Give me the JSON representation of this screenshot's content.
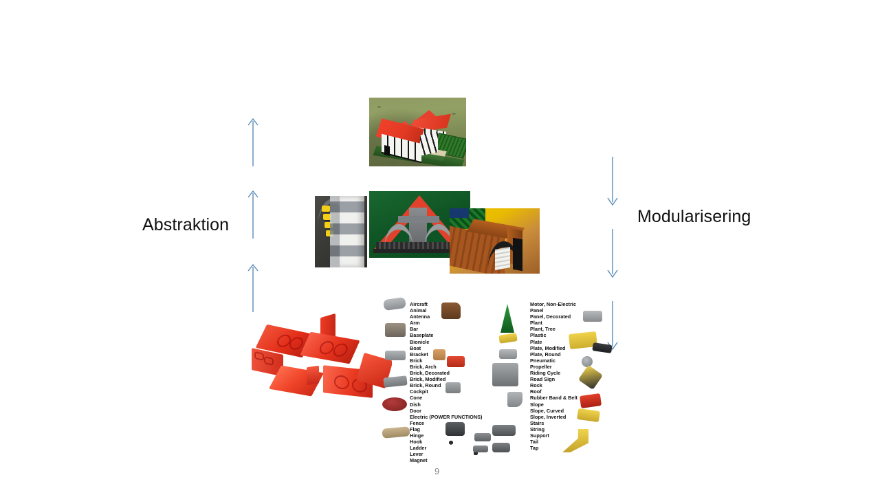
{
  "slide": {
    "page_number": "9",
    "background_color": "#ffffff",
    "left_label": "Abstraktion",
    "right_label": "Modularisering",
    "arrow_color": "#5b8cb8",
    "left_arrow_direction": "up",
    "right_arrow_direction": "down",
    "left_arrow_count": 3,
    "right_arrow_count": 3
  },
  "images": {
    "top": {
      "name": "lego-half-timbered-house-photo",
      "caption": "LEGO half-timbered house model on grass"
    },
    "middle": [
      {
        "name": "lego-checkered-column-photo",
        "caption": "Gray and white checkered LEGO column with yellow parts"
      },
      {
        "name": "lego-red-triangle-truss-photo",
        "caption": "Gray LEGO truss inside red triangle on green background"
      },
      {
        "name": "lego-brown-castle-gate-photo",
        "caption": "Brown LEGO gate and stairs on yellow baseplate"
      }
    ],
    "bottom_left": {
      "name": "red-lego-slope-bricks-photo",
      "caption": "Pile of red LEGO slope bricks"
    },
    "bottom_catalogue": {
      "name": "lego-part-categories-catalogue",
      "caption": "LEGO part category list with part thumbnails"
    }
  },
  "catalogue": {
    "left_column": [
      "Aircraft",
      "Animal",
      "Antenna",
      "Arm",
      "Bar",
      "Baseplate",
      "Bionicle",
      "Boat",
      "Bracket",
      "Brick",
      "Brick, Arch",
      "Brick, Decorated",
      "Brick, Modified",
      "Brick, Round",
      "Cockpit",
      "Cone",
      "Dish",
      "Door",
      "Electric (POWER FUNCTIONS)",
      "Fence",
      "Flag",
      "Hinge",
      "Hook",
      "Ladder",
      "Lever",
      "Magnet"
    ],
    "right_column": [
      "Motor, Non-Electric",
      "Panel",
      "Panel, Decorated",
      "Plant",
      "Plant, Tree",
      "Plastic",
      "Plate",
      "Plate, Modified",
      "Plate, Round",
      "Pneumatic",
      "Propeller",
      "Riding Cycle",
      "Road Sign",
      "Rock",
      "Roof",
      "Rubber Band & Belt",
      "Slope",
      "Slope, Curved",
      "Slope, Inverted",
      "Stairs",
      "String",
      "Support",
      "Tail",
      "Tap"
    ]
  }
}
